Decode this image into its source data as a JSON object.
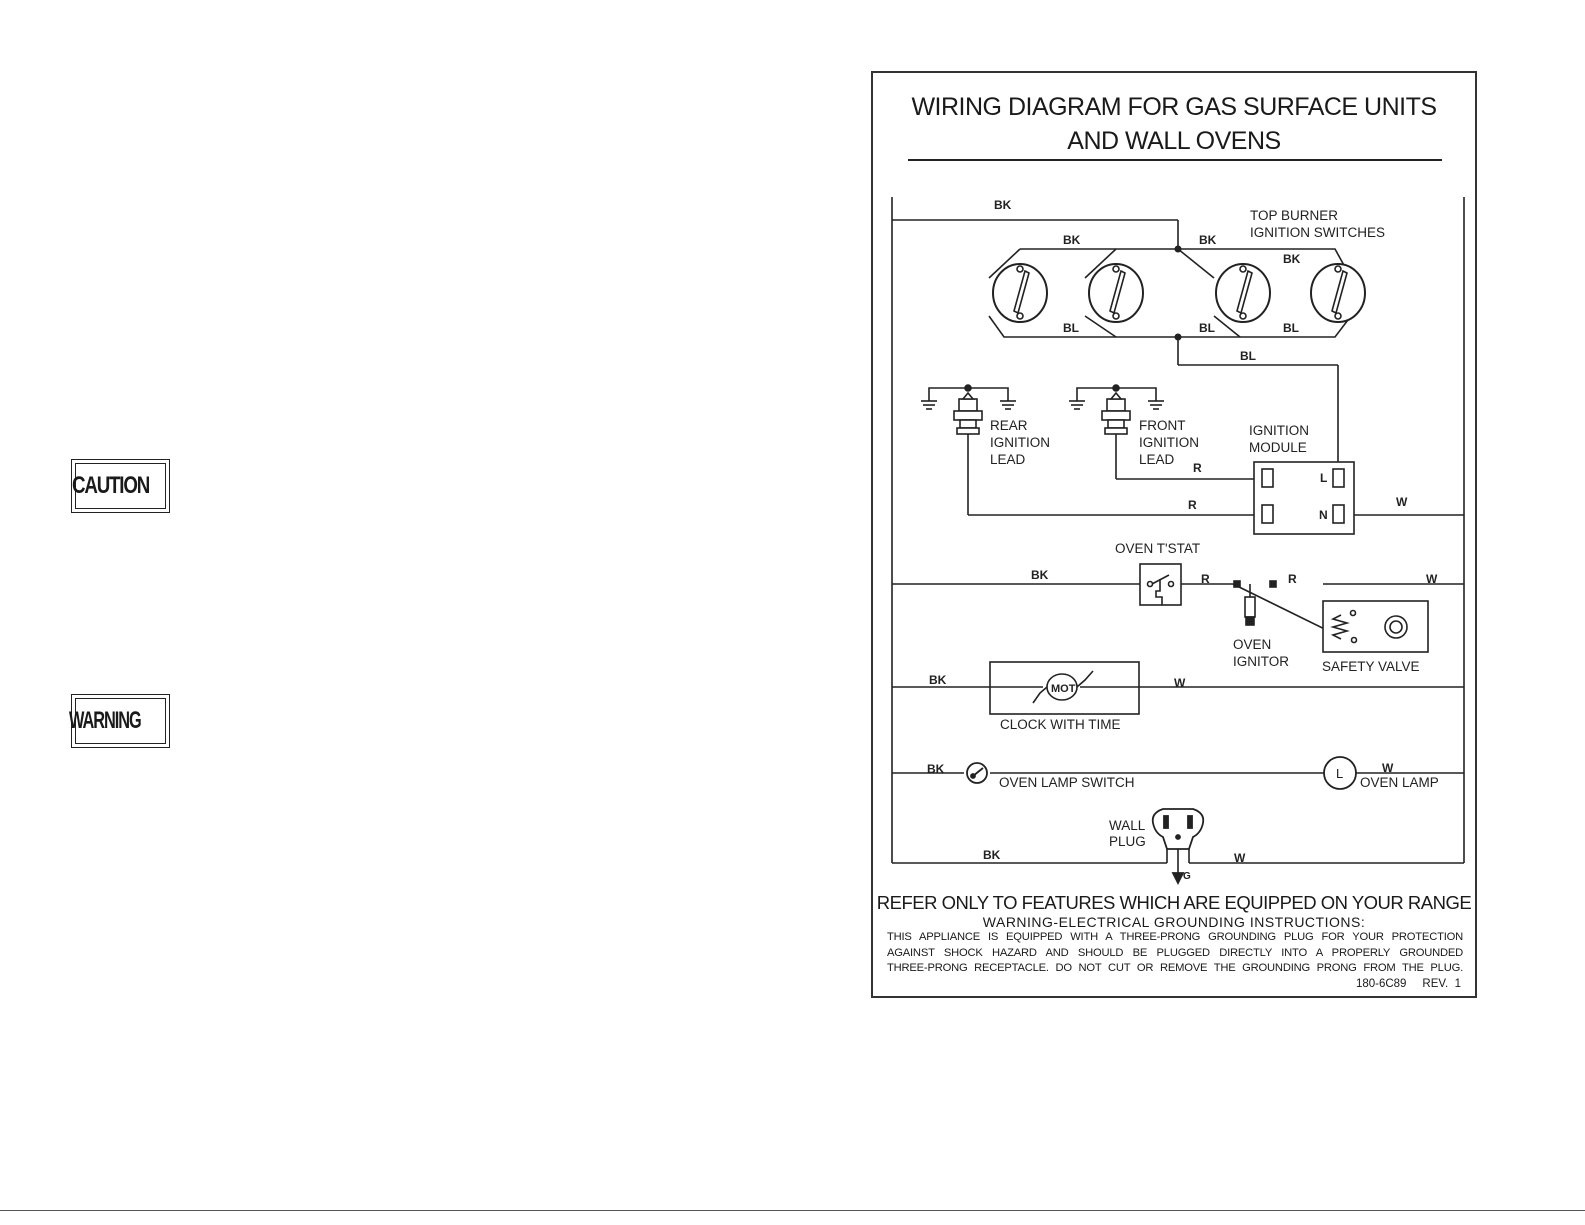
{
  "badges": {
    "caution": "CAUTION",
    "warning": "WARNING"
  },
  "diagram": {
    "title_line1": "WIRING DIAGRAM FOR GAS SURFACE UNITS",
    "title_line2": "AND WALL OVENS",
    "components": {
      "top_burner_line1": "TOP BURNER",
      "top_burner_line2": "IGNITION SWITCHES",
      "rear_lead": [
        "REAR",
        "IGNITION",
        "LEAD"
      ],
      "front_lead": [
        "FRONT",
        "IGNITION",
        "LEAD"
      ],
      "ignition_module": [
        "IGNITION",
        "MODULE"
      ],
      "module_pin_l": "L",
      "module_pin_n": "N",
      "oven_tstat": "OVEN T'STAT",
      "oven_ignitor": [
        "OVEN",
        "IGNITOR"
      ],
      "safety_valve": "SAFETY VALVE",
      "clock": "CLOCK WITH TIME",
      "motor": "MOT",
      "oven_lamp_switch": "OVEN LAMP SWITCH",
      "oven_lamp": "OVEN LAMP",
      "lamp_symbol": "L",
      "wall_plug": [
        "WALL",
        "PLUG"
      ],
      "ground": "G"
    },
    "wire_colors": {
      "black": "BK",
      "blue": "BL",
      "red": "R",
      "white": "W"
    },
    "footer": {
      "main": "REFER ONLY TO FEATURES WHICH ARE EQUIPPED ON YOUR RANGE",
      "sub": "WARNING-ELECTRICAL GROUNDING INSTRUCTIONS:",
      "body_lines": [
        "THIS APPLIANCE IS EQUIPPED WITH A THREE-PRONG GROUNDING PLUG FOR YOUR PROTECTION",
        "AGAINST SHOCK HAZARD AND SHOULD BE PLUGGED DIRECTLY INTO A PROPERLY GROUNDED",
        "THREE-PRONG RECEPTACLE. DO NOT CUT OR REMOVE THE GROUNDING PRONG FROM THE PLUG."
      ],
      "code": "180-6C89     REV.  1"
    }
  }
}
